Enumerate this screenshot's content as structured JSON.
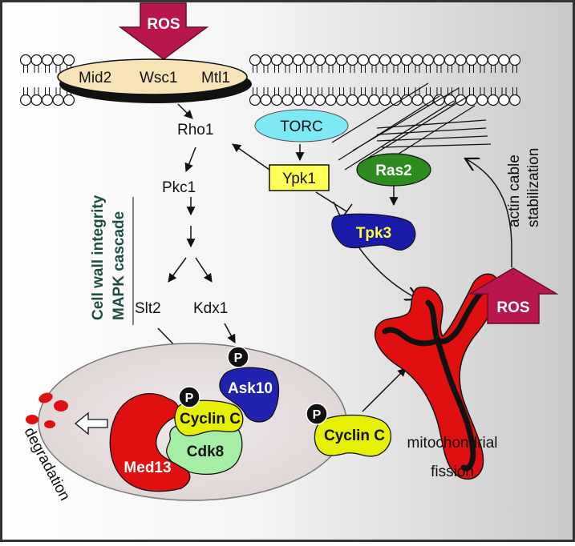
{
  "diagram": {
    "ros_top": "ROS",
    "ros_right": "ROS",
    "sensors": [
      "Mid2",
      "Wsc1",
      "Mtl1"
    ],
    "rho1": "Rho1",
    "pkc1": "Pkc1",
    "slt2": "Slt2",
    "kdx1": "Kdx1",
    "torc": "TORC",
    "ypk1": "Ypk1",
    "ras2": "Ras2",
    "tpk3": "Tpk3",
    "ask10": "Ask10",
    "cyclin_c": "Cyclin C",
    "cdk8": "Cdk8",
    "med13": "Med13",
    "cyclin_c_free": "Cyclin C",
    "phospho": "P",
    "mapk_line1": "Cell wall integrity",
    "mapk_line2": "MAPK cascade",
    "actin_line1": "actin cable",
    "actin_line2": "stabilization",
    "degradation": "degradation",
    "mito_line1": "mitochondrial",
    "mito_line2": "fission"
  },
  "colors": {
    "ros": "#b8174e",
    "torc": "#7ee8f5",
    "ypk1": "#ffff55",
    "ras2": "#2e8b1f",
    "tpk3": "#1a1aa8",
    "ask10": "#2222b0",
    "cyclin_c": "#e6f000",
    "cdk8": "#a6eea6",
    "med13": "#e01010",
    "mito": "#e01010",
    "membrane_sensor": "#f7e3b5",
    "nucleus": "#e5dddd",
    "mapk_text": "#1f4d3a"
  }
}
